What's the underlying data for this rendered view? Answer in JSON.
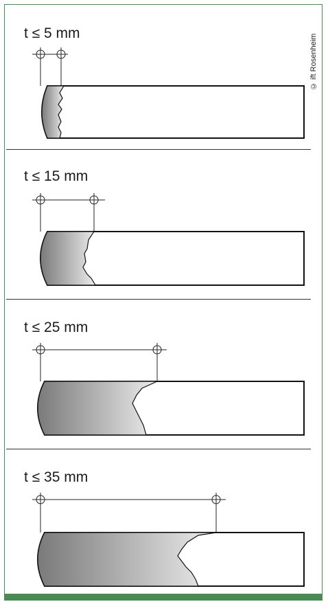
{
  "copyright": "© ift Rosenheim",
  "colors": {
    "frame": "#4e8a57",
    "bar": "#4c8a54",
    "edge_dark": "#7a7a7a",
    "edge_light": "#ececec"
  },
  "panels": [
    {
      "label": "t ≤ 5 mm"
    },
    {
      "label": "t ≤ 15 mm"
    },
    {
      "label": "t ≤ 25 mm"
    },
    {
      "label": "t ≤ 35 mm"
    }
  ]
}
